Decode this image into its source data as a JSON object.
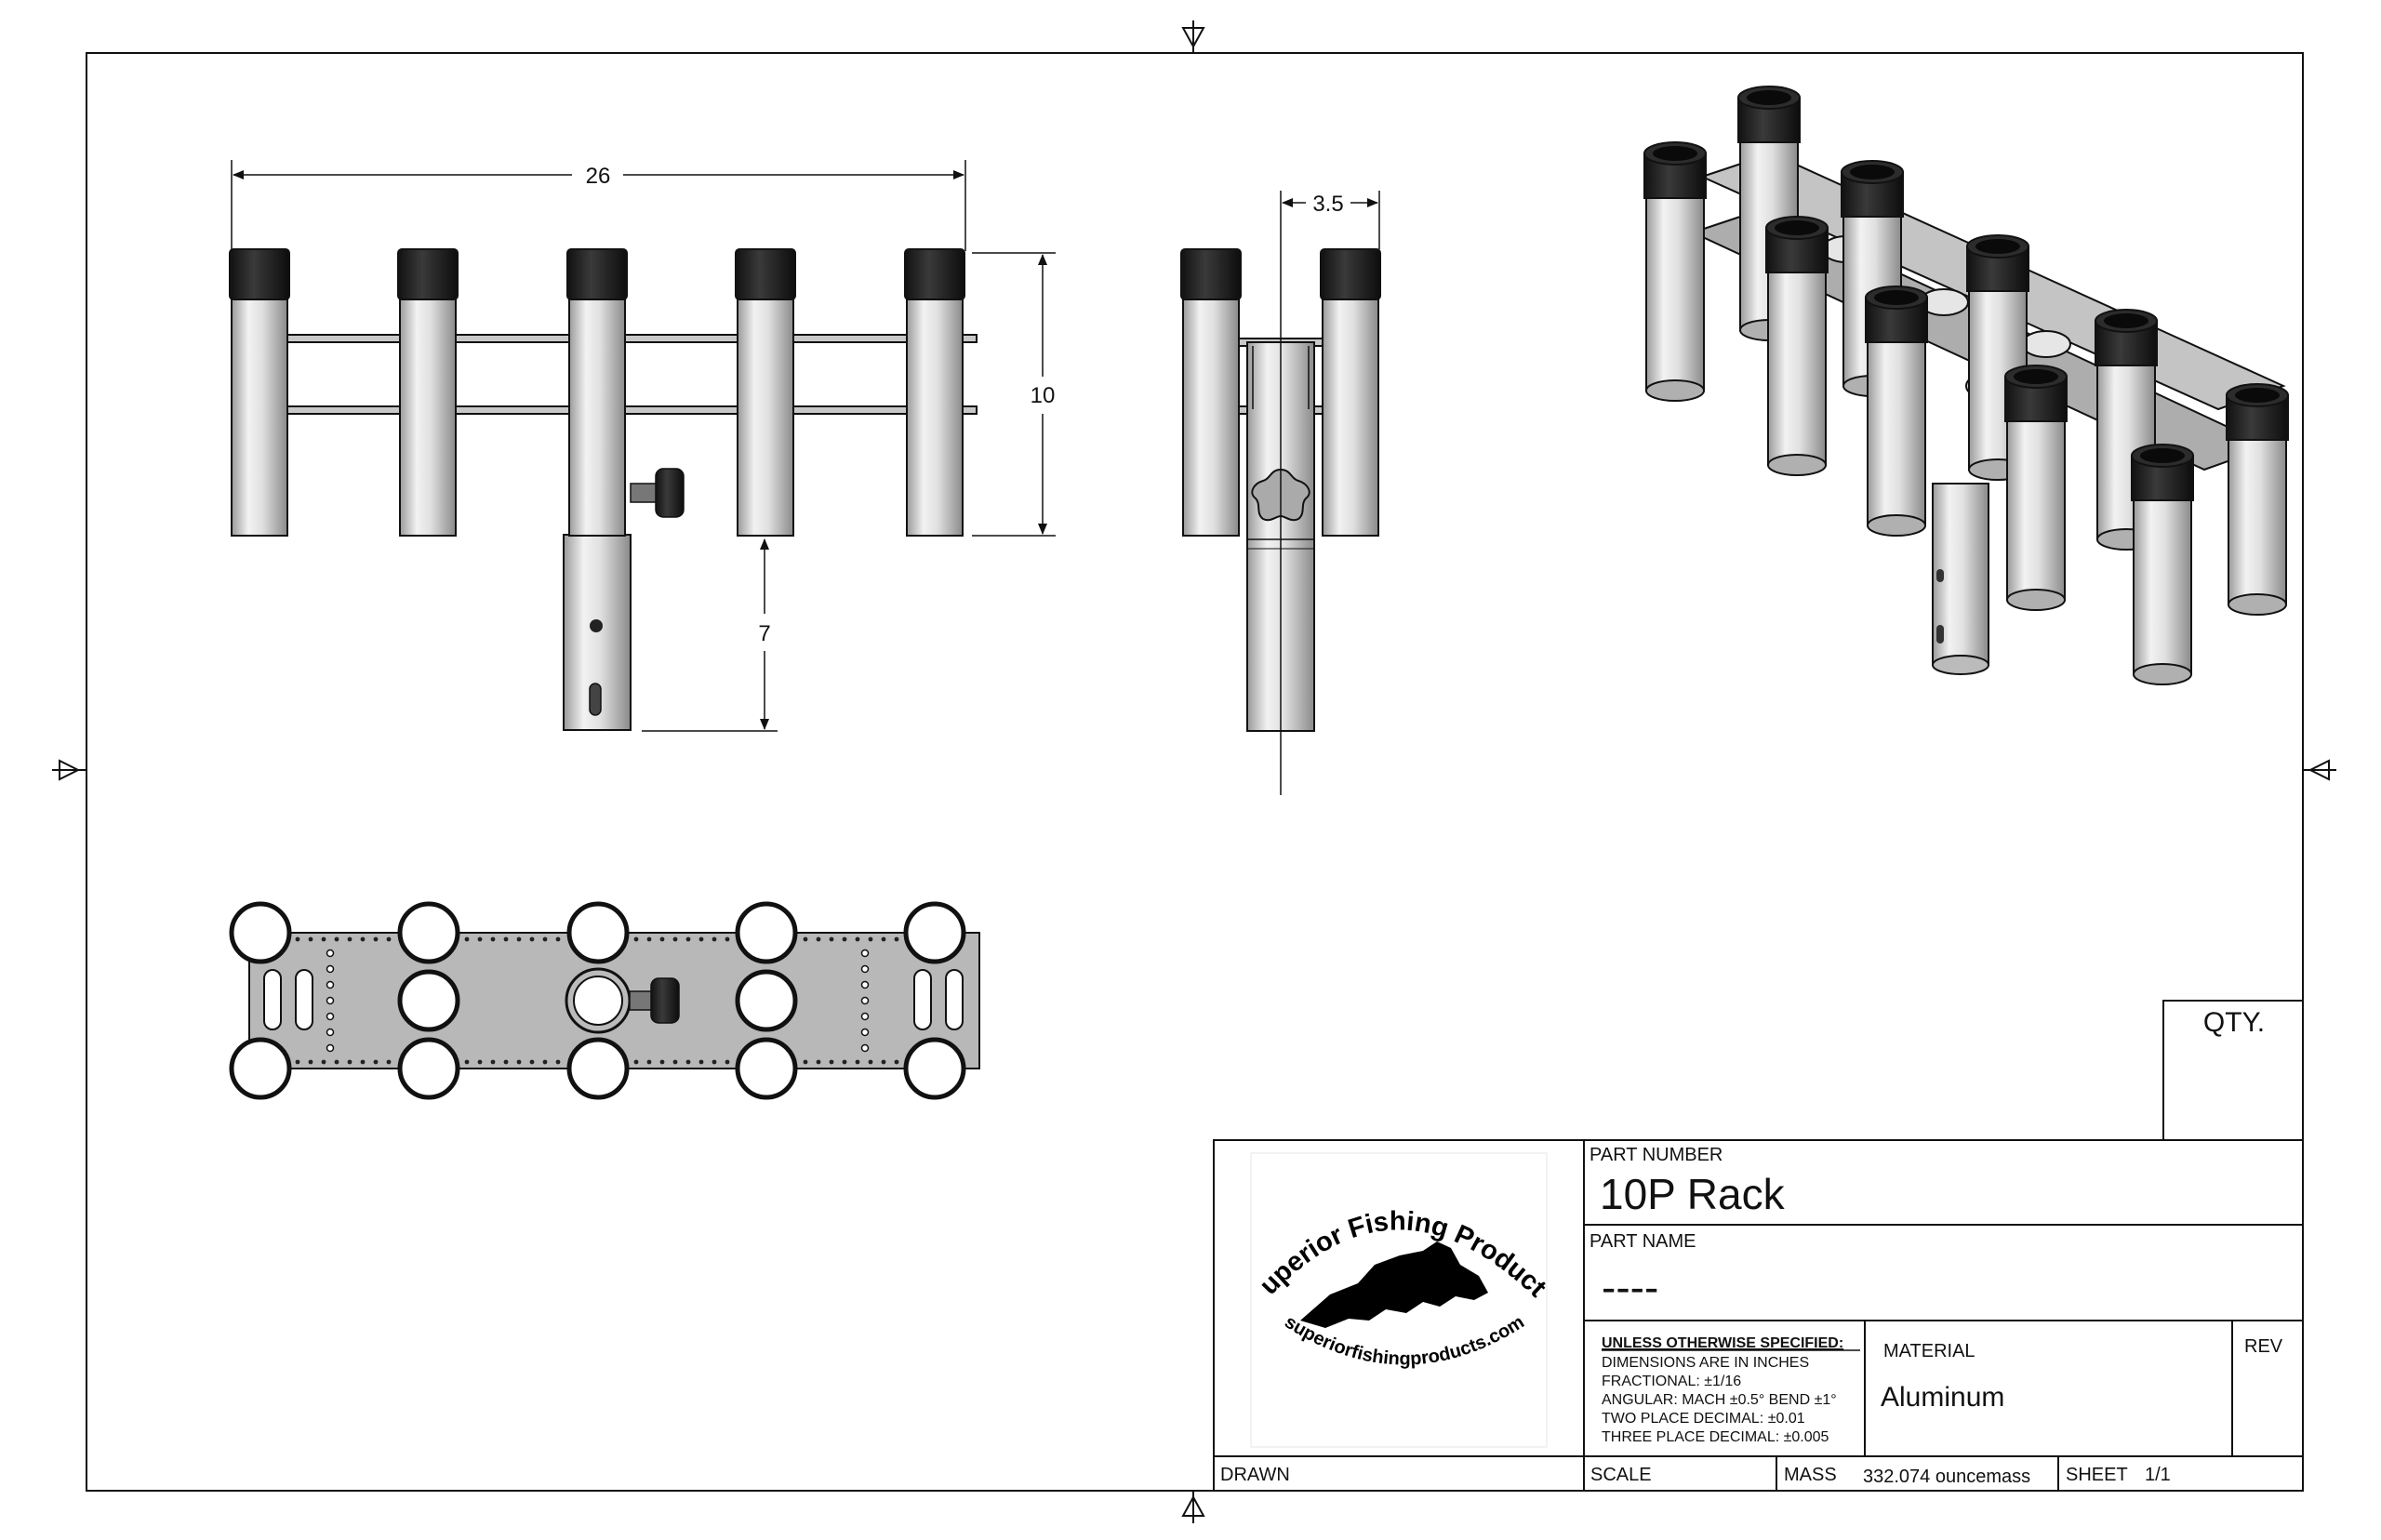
{
  "dimensions": {
    "width": "26",
    "height": "10",
    "post": "7",
    "depth": "3.5"
  },
  "title_block": {
    "qty_label": "QTY.",
    "part_number_label": "PART NUMBER",
    "part_number": "10P Rack",
    "part_name_label": "PART NAME",
    "part_name": "----",
    "tolerances_heading": "UNLESS OTHERWISE SPECIFIED:",
    "tolerances": [
      "DIMENSIONS ARE IN INCHES",
      "FRACTIONAL: ±1/16",
      "ANGULAR: MACH ±0.5°  BEND ±1°",
      "TWO PLACE DECIMAL: ±0.01",
      "THREE PLACE DECIMAL: ±0.005"
    ],
    "material_label": "MATERIAL",
    "material": "Aluminum",
    "rev_label": "REV",
    "drawn_label": "DRAWN",
    "scale_label": "SCALE",
    "mass_label": "MASS",
    "mass": "332.074 ouncemass",
    "sheet_label": "SHEET",
    "sheet": "1/1"
  },
  "logo": {
    "brand": "Superior Fishing Products",
    "url": "superiorfishingproducts.com"
  },
  "colors": {
    "tube_light": "#e8e8e8",
    "tube_dark": "#8a8a8a",
    "cap": "#1c1c1c",
    "plate": "#b5b5b5",
    "line": "#111111"
  }
}
